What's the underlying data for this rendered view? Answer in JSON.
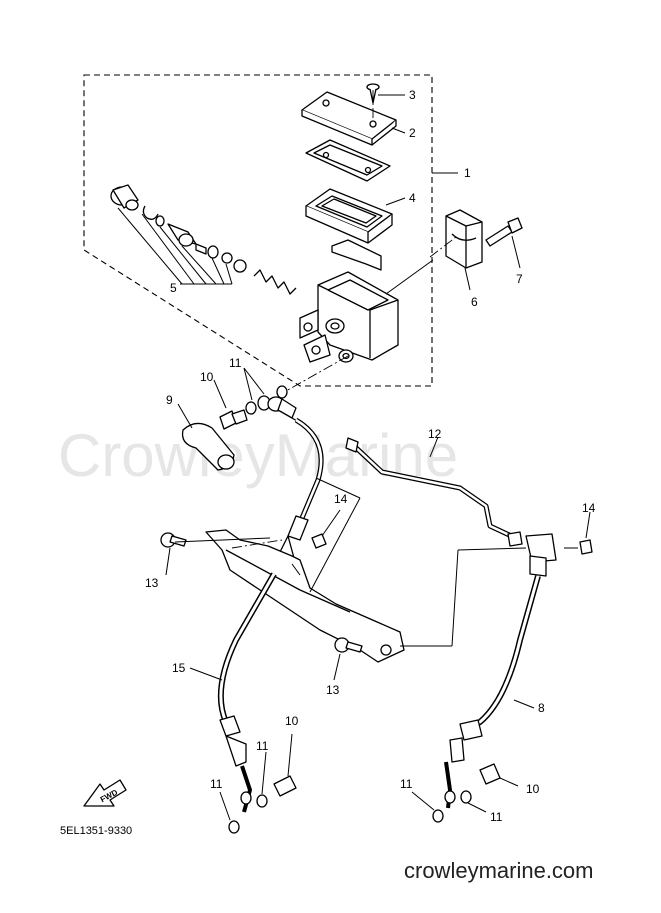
{
  "watermark": "CrowleyMarine",
  "website": "crowleymarine.com",
  "diagram_code": "5EL1351-9330",
  "fwd_label": "FWD",
  "callouts": {
    "c1": "1",
    "c2": "2",
    "c3": "3",
    "c4": "4",
    "c5": "5",
    "c6": "6",
    "c7": "7",
    "c8": "8",
    "c9": "9",
    "c10a": "10",
    "c10b": "10",
    "c10c": "10",
    "c11a": "11",
    "c11b": "11",
    "c11c": "11",
    "c11d": "11",
    "c11e": "11",
    "c12": "12",
    "c13a": "13",
    "c13b": "13",
    "c14a": "14",
    "c14b": "14",
    "c15": "15"
  }
}
